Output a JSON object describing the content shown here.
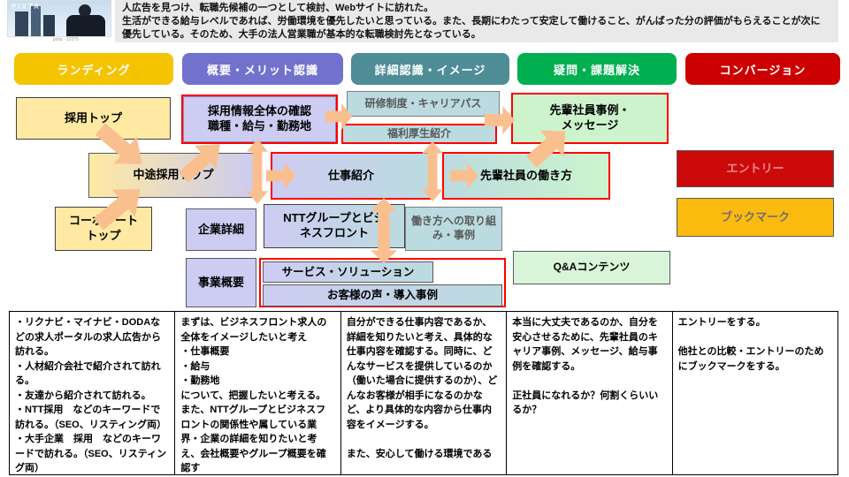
{
  "banner": {
    "photo_watermark": "PIXTA",
    "photo_caption": "pixta - 12075",
    "text": "人広告を見つけ、転職先候補の一つとして検討、Webサイトに訪れた。\n生活ができる給与レベルであれば、労働環境を優先したいと思っている。また、長期にわたって安定して働けること、がんばった分の評価がもらえることが次に\n優先している。そのため、大手の法人営業職が基本的な転職検討先となっている。"
  },
  "stages": [
    {
      "label": "ランディング",
      "color": "#F5C400"
    },
    {
      "label": "概要・メリット認識",
      "color": "#7272CE"
    },
    {
      "label": "詳細認識・イメージ",
      "color": "#4E8D96"
    },
    {
      "label": "疑問・課題解決",
      "color": "#00B050"
    },
    {
      "label": "コンバージョン",
      "color": "#CC0000"
    }
  ],
  "flow": {
    "saiyo_top": "採用トップ",
    "saiyo_joho": "採用情報全体の確認\n職種・給与・勤務地",
    "kenshu": "研修制度・キャリアパス",
    "fukuri": "福利厚生紹介",
    "senpai_jirei": "先輩社員事例・\nメッセージ",
    "chuto_top": "中途採用トップ",
    "shigoto": "仕事紹介",
    "senpai_hataraki": "先輩社員の働き方",
    "entry": "エントリー",
    "corporate_top": "コーポレート\nトップ",
    "kigyo_shosai": "企業詳細",
    "ntt_group": "NTTグループとビジ\nネスフロント",
    "hatarakikata": "働き方への取り組\nみ・事例",
    "bookmark": "ブックマーク",
    "jigyo_gaiyo": "事業概要",
    "service": "サービス・ソリューション",
    "okyakusama": "お客様の声・導入事例",
    "qa": "Q&Aコンテンツ"
  },
  "journey": {
    "columns": [
      "・リクナビ・マイナビ・DODAなどの求人ポータルの求人広告から訪れる。\n・人材紹介会社で紹介されて訪れる。\n・友達から紹介されて訪れる。\n・NTT採用　などのキーワードで訪れる。（SEO、リスティング両）\n・大手企業　採用　などのキーワードで訪れる。（SEO、リスティング両）\n・職種キーワードで訪れる。\n・Facebook広告から訪れる。",
      "まずは、ビジネスフロント求人の全体をイメージしたいと考え\n・仕事概要\n・給与\n・勤務地\nについて、把握したいと考える。\nまた、NTTグループとビジネスフロントの関係性や属している業界・企業の詳細を知りたいと考え、会社概要やグループ概要を確認す",
      "自分ができる仕事内容であるか、詳細を知りたいと考え、具体的な仕事内容を確認する。同時に、どんなサービスを提供しているのか（働いた場合に提供するのか）、どんなお客様が相手になるのかなど、より具体的な内容から仕事内容をイメージする。\n\nまた、安心して働ける環境である",
      "本当に大丈夫であるのか、自分を安心させるために、先輩社員のキャリア事例、メッセージ、給与事例を確認する。\n\n正社員になれるか？何割くらいいるか？",
      "エントリーをする。\n\n他社との比較・エントリーのためにブックマークをする。"
    ]
  },
  "colors": {
    "arrow": "#FABF8F",
    "highlight_border": "#FF0000"
  }
}
